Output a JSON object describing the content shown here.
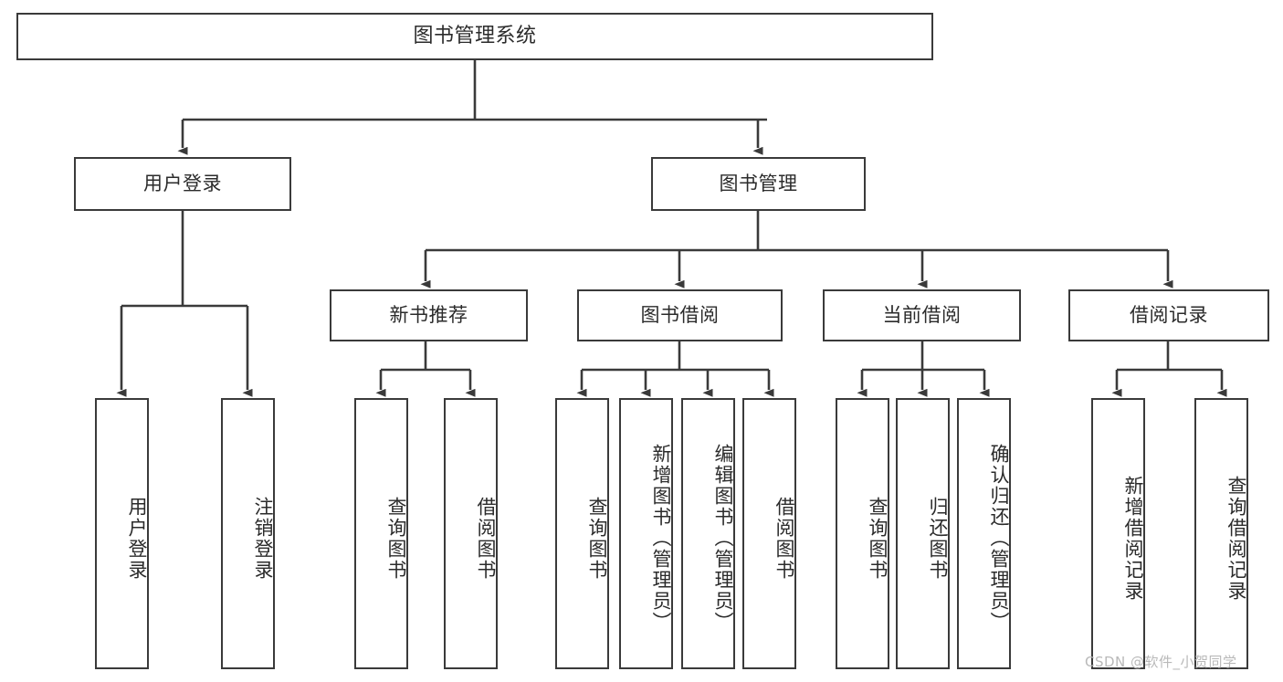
{
  "diagram": {
    "type": "tree-hierarchy",
    "title": "图书管理系统",
    "root": {
      "label": "图书管理系统"
    },
    "level1": [
      {
        "label": "用户登录"
      },
      {
        "label": "图书管理"
      }
    ],
    "level2": [
      {
        "label": "新书推荐"
      },
      {
        "label": "图书借阅"
      },
      {
        "label": "当前借阅"
      },
      {
        "label": "借阅记录"
      }
    ],
    "leaves": {
      "user_login": [
        {
          "label": "用户登录"
        },
        {
          "label": "注销登录"
        }
      ],
      "new_book_recommend": [
        {
          "label": "查询图书"
        },
        {
          "label": "借阅图书"
        }
      ],
      "book_borrow": [
        {
          "label": "查询图书"
        },
        {
          "label": "新增图书（管理员）"
        },
        {
          "label": "编辑图书（管理员）"
        },
        {
          "label": "借阅图书"
        }
      ],
      "current_borrow": [
        {
          "label": "查询图书"
        },
        {
          "label": "归还图书"
        },
        {
          "label": "确认归还（管理员）"
        }
      ],
      "borrow_record": [
        {
          "label": "新增借阅记录"
        },
        {
          "label": "查询借阅记录"
        }
      ]
    }
  },
  "watermark": {
    "text": "CSDN @软件_小贺同学"
  },
  "colors": {
    "border": "#3a3a3a",
    "text": "#2b2b2b",
    "background": "#ffffff",
    "watermark": "#b9b9b9"
  }
}
